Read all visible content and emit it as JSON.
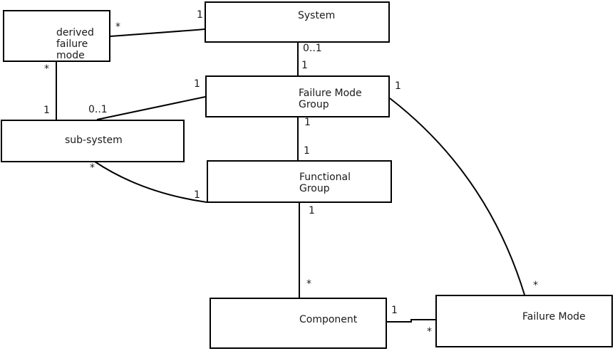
{
  "diagram": {
    "type": "entity-relationship",
    "background_color": "#ffffff",
    "line_color": "#000000",
    "text_color": "#1a1a1a",
    "entities": {
      "derived_failure_mode": {
        "label": "derived\nfailure\nmode"
      },
      "system": {
        "label": "System"
      },
      "failure_mode_group": {
        "label": "Failure Mode\nGroup"
      },
      "sub_system": {
        "label": "sub-system"
      },
      "functional_group": {
        "label": "Functional\nGroup"
      },
      "component": {
        "label": "Component"
      },
      "failure_mode": {
        "label": "Failure Mode"
      }
    },
    "relationships": [
      {
        "from": "derived failure mode",
        "to": "System",
        "from_mult": "*",
        "to_mult": "1"
      },
      {
        "from": "derived failure mode",
        "to": "sub-system",
        "from_mult": "*",
        "to_mult": "1"
      },
      {
        "from": "sub-system",
        "to": "Failure Mode Group",
        "from_mult": "0..1",
        "to_mult": "1"
      },
      {
        "from": "System",
        "to": "Failure Mode Group",
        "from_mult": "0..1",
        "to_mult": "1"
      },
      {
        "from": "Failure Mode Group",
        "to": "Functional Group",
        "from_mult": "1",
        "to_mult": "1"
      },
      {
        "from": "sub-system",
        "to": "Functional Group",
        "from_mult": "*",
        "to_mult": "1"
      },
      {
        "from": "Functional Group",
        "to": "Component",
        "from_mult": "1",
        "to_mult": "*"
      },
      {
        "from": "Component",
        "to": "Failure Mode",
        "from_mult": "1",
        "to_mult": "*"
      },
      {
        "from": "Failure Mode Group",
        "to": "Failure Mode",
        "from_mult": "1",
        "to_mult": "*"
      }
    ]
  }
}
